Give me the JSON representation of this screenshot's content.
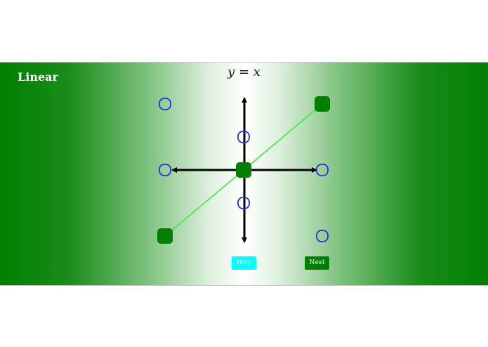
{
  "app": {
    "title": "Linear"
  },
  "equation": "y = x",
  "buttons": {
    "help_label": "Help",
    "next_label": "Next"
  },
  "colors": {
    "accent_green": "#007f00",
    "line": "#33ee33",
    "empty_point": "#2233dd",
    "help_button": "#00ffff"
  },
  "icons": {
    "filled": "filled-point-icon",
    "empty": "empty-point-icon"
  },
  "points": {
    "filled": [
      [
        -1,
        -1
      ],
      [
        0,
        0
      ],
      [
        1,
        1
      ]
    ],
    "empty": [
      [
        -1,
        1
      ],
      [
        0,
        0.5
      ],
      [
        -1,
        0
      ],
      [
        1,
        0
      ],
      [
        0,
        -0.5
      ],
      [
        1,
        -1
      ]
    ]
  },
  "line": {
    "from": [
      -1,
      -1
    ],
    "to": [
      1,
      1
    ]
  }
}
